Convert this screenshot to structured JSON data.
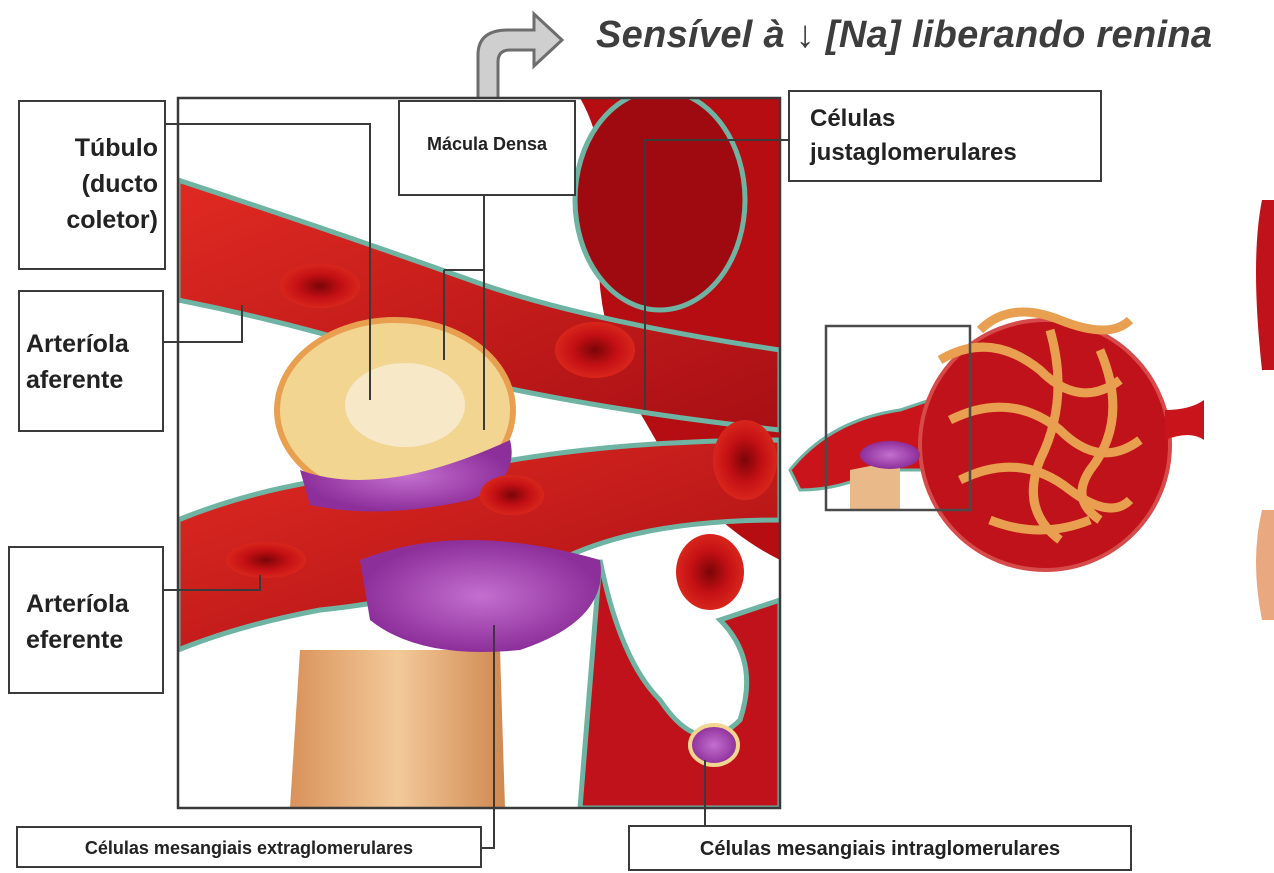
{
  "annotation": {
    "text": "Sensível à ↓ [Na] liberando renina"
  },
  "labels": {
    "tubulo": [
      "Túbulo",
      "(ducto",
      "coletor)"
    ],
    "macula": "Mácula Densa",
    "justa": [
      "Células",
      "justaglomerulares"
    ],
    "aferente": [
      "Arteríola",
      "aferente"
    ],
    "eferente": [
      "Arteríola",
      "eferente"
    ],
    "extra": "Células mesangiais extraglomerulares",
    "intra": "Células mesangiais intraglomerulares"
  },
  "colors": {
    "vessel_red": "#c8141a",
    "dark_red": "#7a0a0c",
    "membrane_teal": "#6fb3a3",
    "cell_purple": "#b04bb8",
    "tubule_cream": "#f2d590",
    "tubule_orange": "#e8a050",
    "stalk_tan": "#e9b98a"
  }
}
